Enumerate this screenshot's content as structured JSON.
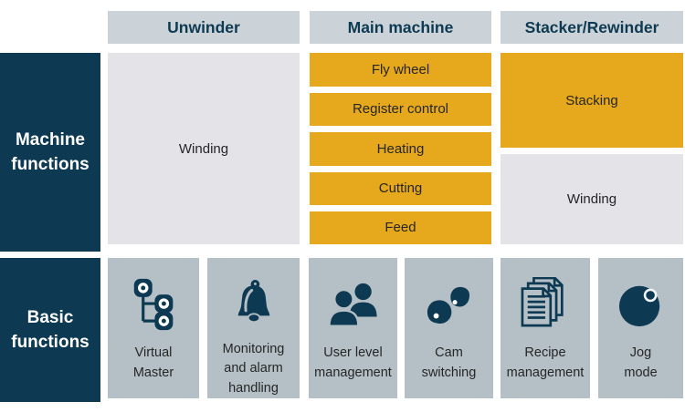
{
  "headers": {
    "unwinder": "Unwinder",
    "main": "Main machine",
    "stacker": "Stacker/Rewinder"
  },
  "row_labels": {
    "machine": "Machine\nfunctions",
    "basic": "Basic\nfunctions"
  },
  "machine_functions": {
    "unwinder_winding": "Winding",
    "main": [
      "Fly wheel",
      "Register control",
      "Heating",
      "Cutting",
      "Feed"
    ],
    "stacker_stacking": "Stacking",
    "stacker_winding": "Winding"
  },
  "basic_functions": {
    "virtual_master": {
      "icon": "virtual-master-icon",
      "label": "Virtual\nMaster"
    },
    "monitoring": {
      "icon": "alarm-bell-icon",
      "label": "Monitoring\nand alarm\nhandling"
    },
    "user_level": {
      "icon": "user-level-icon",
      "label": "User level\nmanagement"
    },
    "cam_switching": {
      "icon": "cam-switching-icon",
      "label": "Cam\nswitching"
    },
    "recipe": {
      "icon": "recipe-documents-icon",
      "label": "Recipe\nmanagement"
    },
    "jog": {
      "icon": "jog-dial-icon",
      "label": "Jog\nmode"
    }
  },
  "colors": {
    "navy": "#0d3a52",
    "yellow": "#e6a81c",
    "header_gray": "#ccd3d8",
    "light_gray": "#e4e4e8",
    "tile_gray": "#b5c0c6",
    "text_dark": "#262626"
  }
}
